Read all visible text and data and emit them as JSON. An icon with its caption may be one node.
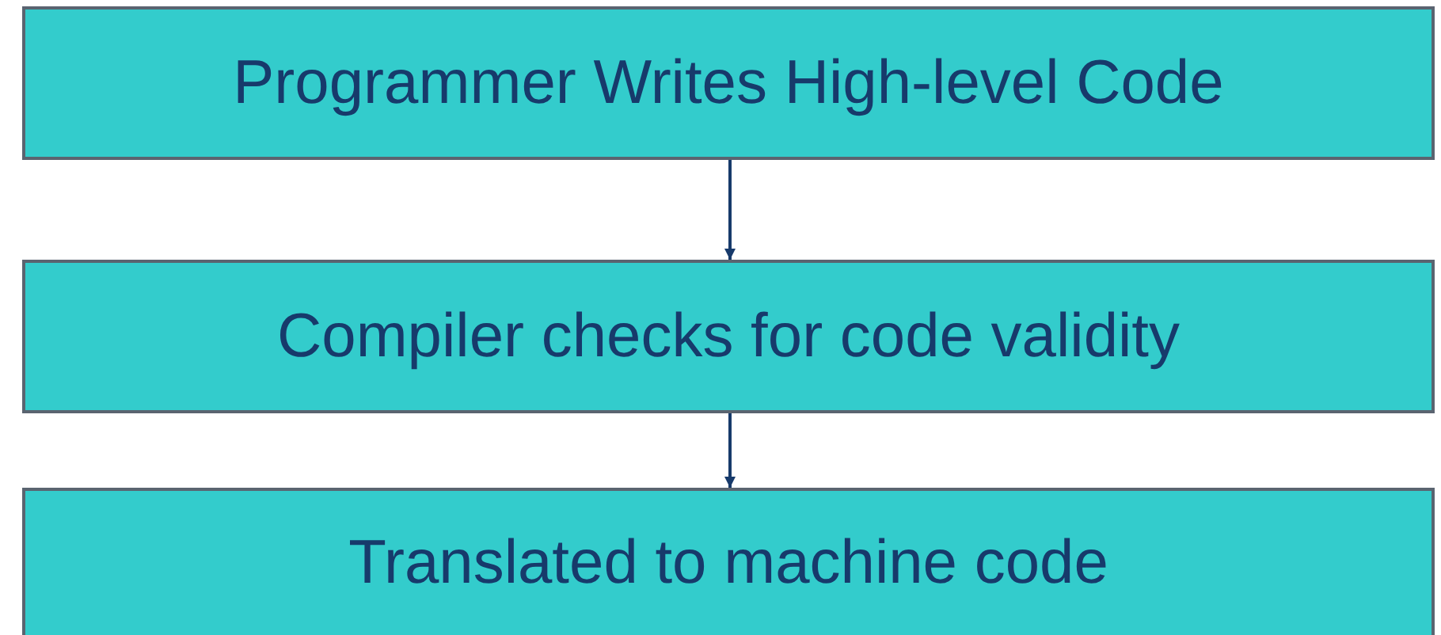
{
  "diagram": {
    "nodes": [
      {
        "text": [
          "Programmer Writes High-level Code"
        ]
      },
      {
        "text": [
          "Compiler checks for code validity"
        ]
      },
      {
        "text": [
          "Translated to machine code"
        ]
      }
    ],
    "edges": [
      {
        "from": 0,
        "to": 1,
        "arrow": "to"
      },
      {
        "from": 1,
        "to": 2,
        "arrow": "to"
      }
    ]
  }
}
